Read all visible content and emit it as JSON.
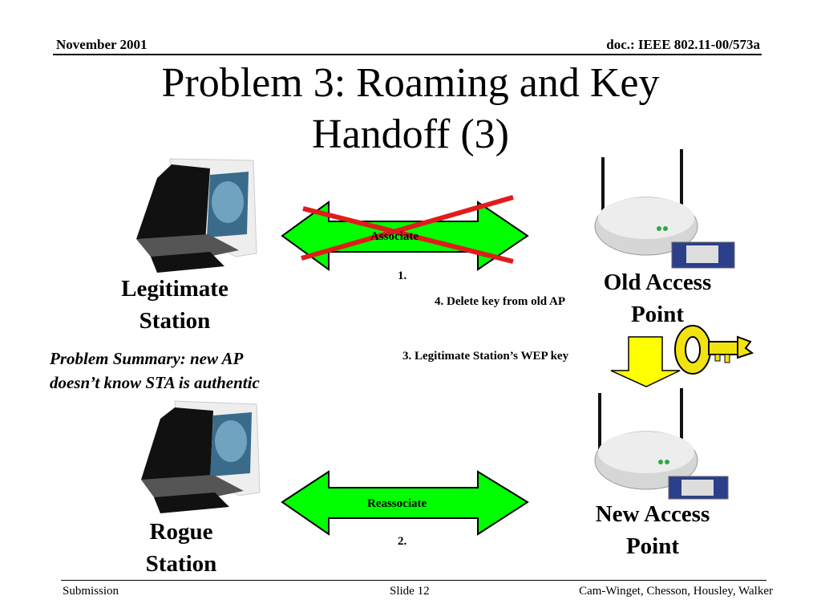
{
  "header": {
    "date": "November 2001",
    "doc_id": "doc.: IEEE 802.11-00/573a"
  },
  "title_line1": "Problem 3: Roaming and Key",
  "title_line2": "Handoff (3)",
  "legit_label": [
    "Legitimate",
    "Station"
  ],
  "rogue_label": [
    "Rogue",
    "Station"
  ],
  "old_ap_label": [
    "Old Access",
    "Point"
  ],
  "new_ap_label": [
    "New Access",
    "Point"
  ],
  "arrow_top": {
    "label": "Associate",
    "step": "1."
  },
  "arrow_bottom": {
    "label": "Reassociate",
    "step": "2."
  },
  "step3": "3. Legitimate Station’s WEP key",
  "step4": "4. Delete key from old AP",
  "summary": [
    "Problem Summary: new AP",
    "doesn’t know STA is authentic"
  ],
  "footer": {
    "left": "Submission",
    "center": "Slide 12",
    "right": "Cam-Winget, Chesson, Housley, Walker"
  },
  "colors": {
    "arrow_fill": "#00ff00",
    "cross": "#e01b1b",
    "key": "#f2e210",
    "yellow_arrow": "#ffff00"
  }
}
